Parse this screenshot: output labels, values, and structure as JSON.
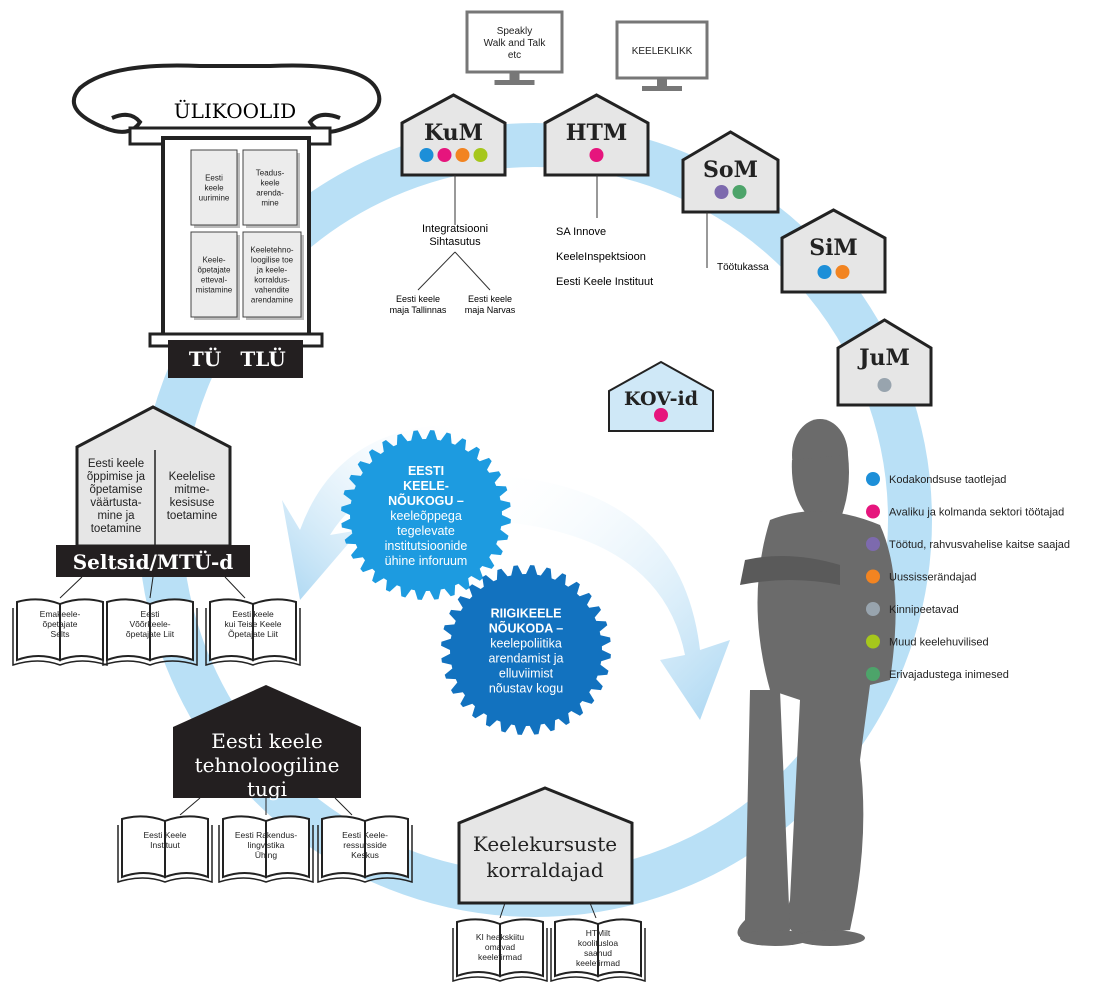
{
  "ministries": [
    {
      "id": "kum",
      "label": "KuM",
      "dots": [
        "#1d8fd8",
        "#e6157d",
        "#f28421",
        "#a6c71c"
      ]
    },
    {
      "id": "htm",
      "label": "HTM",
      "dots": [
        "#e6157d"
      ]
    },
    {
      "id": "som",
      "label": "SoM",
      "dots": [
        "#7d6aae",
        "#4da46a"
      ]
    },
    {
      "id": "sim",
      "label": "SiM",
      "dots": [
        "#1d8fd8",
        "#f28421"
      ]
    },
    {
      "id": "jum",
      "label": "JuM",
      "dots": [
        "#98a4ae"
      ]
    }
  ],
  "kov": {
    "label": "KOV-id",
    "dots": [
      "#e6157d"
    ]
  },
  "monitors": [
    {
      "lines": [
        "Speakly",
        "Walk and Talk",
        "etc"
      ]
    },
    {
      "lines": [
        "KEELEKLIKK"
      ]
    }
  ],
  "kum_sub": {
    "title_lines": [
      "Integratsiooni",
      "Sihtasutus"
    ],
    "left_lines": [
      "Eesti keele",
      "maja Tallinnas"
    ],
    "right_lines": [
      "Eesti keele",
      "maja Narvas"
    ]
  },
  "htm_sub": [
    "SA Innove",
    "KeeleInspektsioon",
    "Eesti Keele Instituut"
  ],
  "som_sub": "Töötukassa",
  "university": {
    "title": "ÜLIKOOLID",
    "base": [
      "TÜ",
      "TLÜ"
    ],
    "books": [
      {
        "lines": [
          "Eesti",
          "keele",
          "uurimine"
        ]
      },
      {
        "lines": [
          "Teadus-",
          "keele",
          "arenda-",
          "mine"
        ]
      },
      {
        "lines": [
          "Keele-",
          "õpetajate",
          "etteval-",
          "mistamine"
        ]
      },
      {
        "lines": [
          "Keeletehno-",
          "loogilise toe",
          "ja keele-",
          "korraldus-",
          "vahendite",
          "arendamine"
        ]
      }
    ]
  },
  "seltsid": {
    "left_lines": [
      "Eesti keele",
      "õppimise ja",
      "õpetamise",
      "väärtusta-",
      "mine ja",
      "toetamine"
    ],
    "right_lines": [
      "Keelelise",
      "mitme-",
      "kesisuse",
      "toetamine"
    ],
    "banner": "Seltsid/MTÜ-d",
    "books": [
      {
        "lines": [
          "Emakeele-",
          "õpetajate",
          "Selts"
        ]
      },
      {
        "lines": [
          "Eesti",
          "Võõrkeele-",
          "õpetajate Liit"
        ]
      },
      {
        "lines": [
          "Eesti keele",
          "kui Teise Keele",
          "Õpetajate Liit"
        ]
      }
    ]
  },
  "tech": {
    "title_lines": [
      "Eesti keele",
      "tehnoloogiline",
      "tugi"
    ],
    "books": [
      {
        "lines": [
          "Eesti Keele",
          "Instituut"
        ]
      },
      {
        "lines": [
          "Eesti Rakendus-",
          "lingvistika",
          "Ühing"
        ]
      },
      {
        "lines": [
          "Eesti Keele-",
          "ressursside",
          "Keskus"
        ]
      }
    ]
  },
  "courses": {
    "title_lines": [
      "Keelekursuste",
      "korraldajad"
    ],
    "books": [
      {
        "lines": [
          "KI heakskiitu",
          "omavad",
          "keelefirmad"
        ]
      },
      {
        "lines": [
          "HTMilt",
          "koolitusloa",
          "saanud",
          "keelefirmad"
        ]
      }
    ]
  },
  "gears": [
    {
      "bold_lines": [
        "EESTI",
        "KEELE-",
        "NÕUKOGU –"
      ],
      "lines": [
        "keeleõppega",
        "tegelevate",
        "institutsioonide",
        "ühine inforuum"
      ]
    },
    {
      "bold_lines": [
        "RIIGIKEELE",
        "NÕUKODA –"
      ],
      "lines": [
        "keelepoliitika",
        "arendamist ja",
        "elluviimist",
        "nõustav kogu"
      ]
    }
  ],
  "legend": [
    {
      "color": "#1d8fd8",
      "label": "Kodakondsuse taotlejad"
    },
    {
      "color": "#e6157d",
      "label": "Avaliku ja kolmanda sektori töötajad"
    },
    {
      "color": "#7d6aae",
      "label": "Töötud, rahvusvahelise kaitse saajad"
    },
    {
      "color": "#f28421",
      "label": "Uussisserändajad"
    },
    {
      "color": "#98a4ae",
      "label": "Kinnipeetavad"
    },
    {
      "color": "#a6c71c",
      "label": "Muud keelehuvilised"
    },
    {
      "color": "#4da46a",
      "label": "Erivajadustega inimesed"
    }
  ]
}
